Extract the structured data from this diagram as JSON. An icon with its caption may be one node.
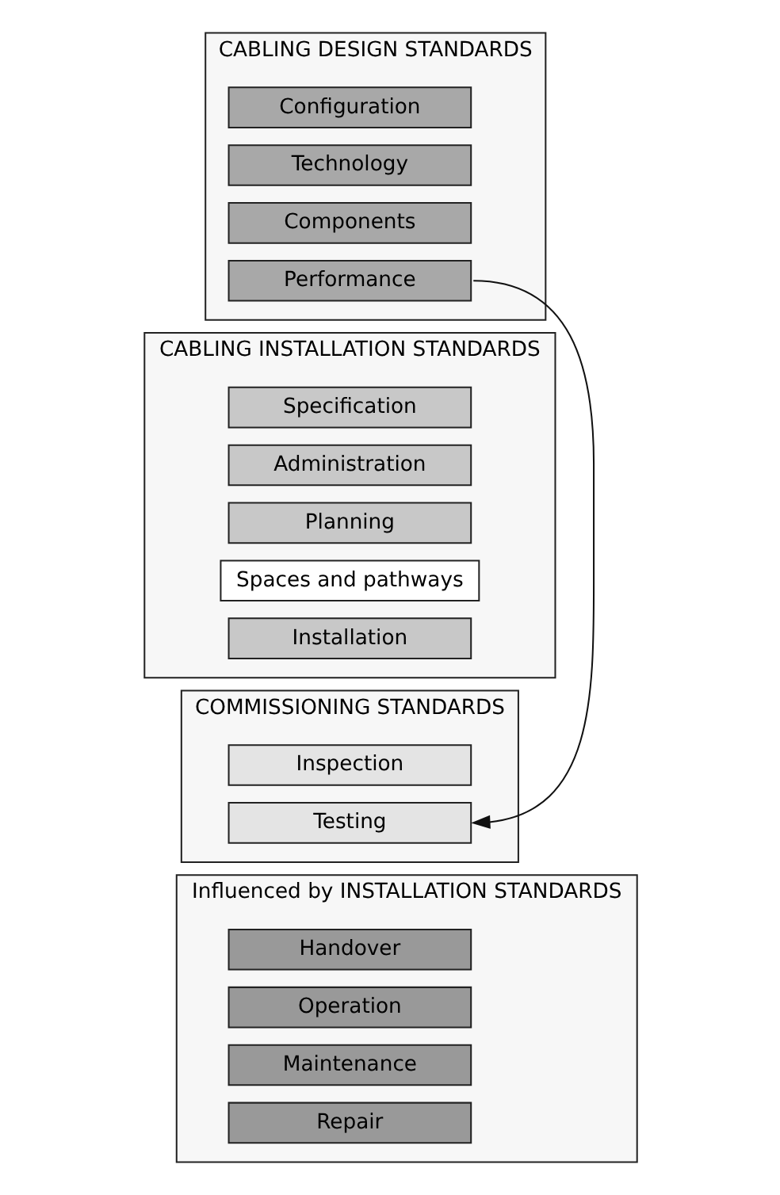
{
  "diagram": {
    "nodes": [
      {
        "text": [
          "CABLING DESIGN STANDARDS"
        ]
      },
      {
        "text": [
          "Configuration"
        ],
        "in": 0
      },
      {
        "text": [
          "Technology"
        ],
        "in": 0
      },
      {
        "text": [
          "Components"
        ],
        "in": 0
      },
      {
        "text": [
          "Performance"
        ],
        "in": 0
      },
      {
        "text": [
          "CABLING INSTALLATION STANDARDS"
        ]
      },
      {
        "text": [
          "Specification"
        ],
        "in": 5
      },
      {
        "text": [
          "Administration"
        ],
        "in": 5
      },
      {
        "text": [
          "Planning"
        ],
        "in": 5
      },
      {
        "text": [
          "Spaces and pathways"
        ],
        "in": 5
      },
      {
        "text": [
          "Installation"
        ],
        "in": 5
      },
      {
        "text": [
          "COMMISSIONING STANDARDS"
        ]
      },
      {
        "text": [
          "Inspection"
        ],
        "in": 11
      },
      {
        "text": [
          "Testing"
        ],
        "in": 11
      },
      {
        "text": [
          "Influenced by INSTALLATION STANDARDS"
        ]
      },
      {
        "text": [
          "Handover"
        ],
        "in": 14
      },
      {
        "text": [
          "Operation"
        ],
        "in": 14
      },
      {
        "text": [
          "Maintenance"
        ],
        "in": 14
      },
      {
        "text": [
          "Repair"
        ],
        "in": 14
      }
    ],
    "edges": [
      {
        "from": 4,
        "to": 13,
        "arrow": "to"
      }
    ]
  }
}
